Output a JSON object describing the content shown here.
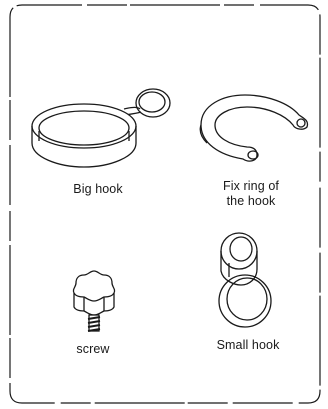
{
  "parts": [
    {
      "id": "big-hook",
      "label": "Big hook",
      "illustration": "big-hook-drawing"
    },
    {
      "id": "fix-ring",
      "label_lines": [
        "Fix ring of",
        "the hook"
      ],
      "illustration": "fix-ring-drawing"
    },
    {
      "id": "screw",
      "label": "screw",
      "illustration": "screw-drawing"
    },
    {
      "id": "small-hook",
      "label": "Small hook",
      "illustration": "small-hook-drawing"
    }
  ],
  "colors": {
    "line": "#1a1a1a",
    "background": "#ffffff"
  }
}
